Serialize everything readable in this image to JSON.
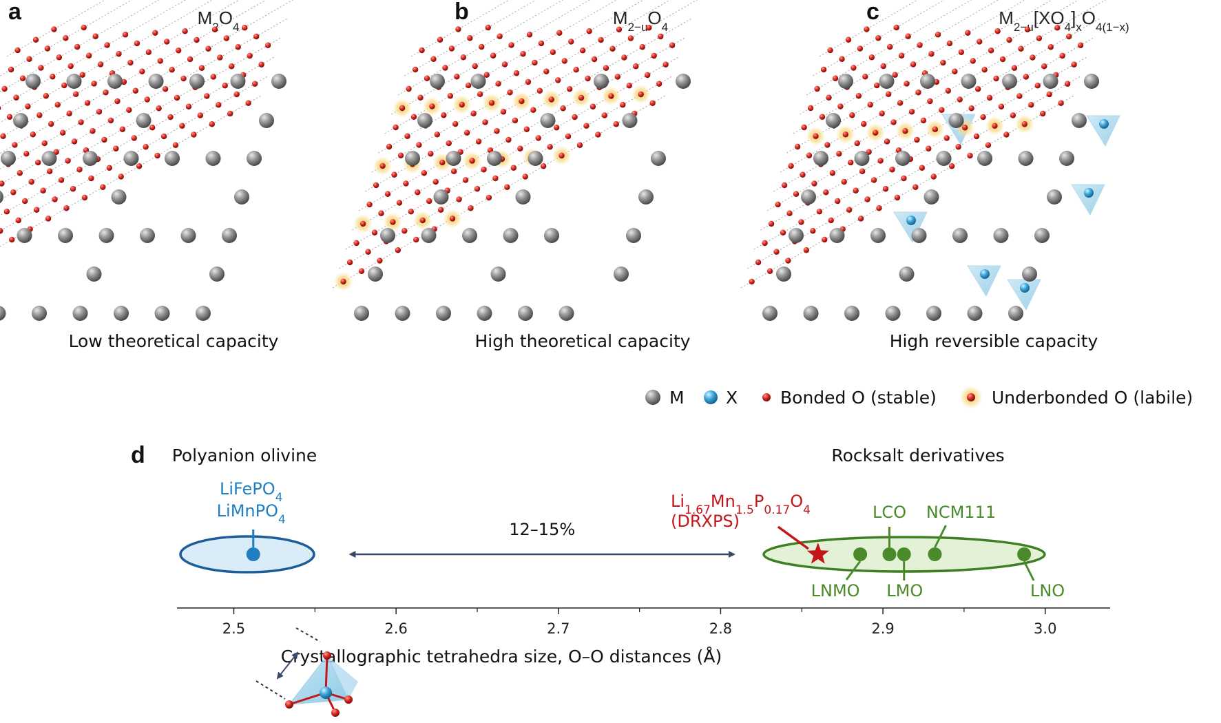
{
  "panels": [
    {
      "letter": "a",
      "title_main": "M",
      "title_parts": [
        [
          "M",
          ""
        ],
        [
          "2",
          "sub"
        ],
        [
          "O",
          ""
        ],
        [
          "4",
          "sub"
        ]
      ],
      "caption": "Low theoretical capacity"
    },
    {
      "letter": "b",
      "title_parts": [
        [
          "M",
          ""
        ],
        [
          "2−u",
          "sub"
        ],
        [
          "O",
          ""
        ],
        [
          "4",
          "sub"
        ]
      ],
      "caption": "High theoretical capacity"
    },
    {
      "letter": "c",
      "title_parts": [
        [
          "M",
          ""
        ],
        [
          "2−u",
          "sub"
        ],
        [
          "[XO",
          ""
        ],
        [
          "4",
          "sub"
        ],
        [
          "]",
          ""
        ],
        [
          "x",
          "sub"
        ],
        [
          "O",
          ""
        ],
        [
          "4(1−x)",
          "sub"
        ]
      ],
      "caption": "High reversible capacity"
    }
  ],
  "legend": {
    "m": "M",
    "x": "X",
    "bonded": "Bonded O (stable)",
    "underbonded": "Underbonded O (labile)"
  },
  "panel_d": {
    "letter": "d",
    "left_group": "Polyanion olivine",
    "right_group": "Rocksalt derivatives",
    "range_label": "12–15%",
    "xlabel": "Crystallographic tetrahedra size, O–O distances (Å)",
    "drxps_formula": [
      [
        "Li",
        ""
      ],
      [
        "1.67",
        "sub"
      ],
      [
        "Mn",
        ""
      ],
      [
        "1.5",
        "sub"
      ],
      [
        "P",
        ""
      ],
      [
        "0.17",
        "sub"
      ],
      [
        "O",
        ""
      ],
      [
        "4",
        "sub"
      ]
    ],
    "drxps_name": "(DRXPS)"
  },
  "chart_data": {
    "type": "scatter",
    "xlabel": "Crystallographic tetrahedra size, O–O distances (Å)",
    "xlim": [
      2.465,
      3.04
    ],
    "ticks": [
      "2.5",
      "2.6",
      "2.7",
      "2.8",
      "2.9",
      "3.0"
    ],
    "tick_values": [
      2.5,
      2.6,
      2.7,
      2.8,
      2.9,
      3.0
    ],
    "minor_ticks": [
      2.55,
      2.65,
      2.75,
      2.85,
      2.95
    ],
    "points": [
      {
        "name": "LiFePO4 / LiMnPO4",
        "label_lines": [
          [
            [
              "LiFePO",
              ""
            ],
            [
              "4",
              "sub"
            ]
          ],
          [
            [
              "LiMnPO",
              ""
            ],
            [
              "4",
              "sub"
            ]
          ]
        ],
        "x": 2.512,
        "group": "olivine",
        "color": "#1f7fc2"
      },
      {
        "name": "Li1.67Mn1.5P0.17O4 (DRXPS)",
        "x": 2.86,
        "group": "drxps",
        "color": "#c2161b"
      },
      {
        "name": "LNMO",
        "label": "LNMO",
        "x": 2.886,
        "group": "rocksalt",
        "color": "#4a8a2a"
      },
      {
        "name": "LCO",
        "label": "LCO",
        "x": 2.904,
        "group": "rocksalt",
        "color": "#4a8a2a"
      },
      {
        "name": "LMO",
        "label": "LMO",
        "x": 2.913,
        "group": "rocksalt",
        "color": "#4a8a2a"
      },
      {
        "name": "NCM111",
        "label": "NCM111",
        "x": 2.932,
        "group": "rocksalt",
        "color": "#4a8a2a"
      },
      {
        "name": "LNO",
        "label": "LNO",
        "x": 2.987,
        "group": "rocksalt",
        "color": "#4a8a2a"
      }
    ],
    "range_arrow": {
      "from": 2.57,
      "to": 2.81,
      "label": "12–15%"
    }
  },
  "colors": {
    "metal": "#8c8c8c",
    "x_atom": "#3aa6dc",
    "oxygen": "#d6241f",
    "labile_glow": "#f8d57a",
    "olivine": "#1d5e99",
    "olivine_fill": "#d9ecf8",
    "rocksalt": "#3f7f24",
    "rocksalt_fill": "#e3f2d6",
    "drxps": "#c2161b",
    "arrow": "#3a4a66"
  }
}
